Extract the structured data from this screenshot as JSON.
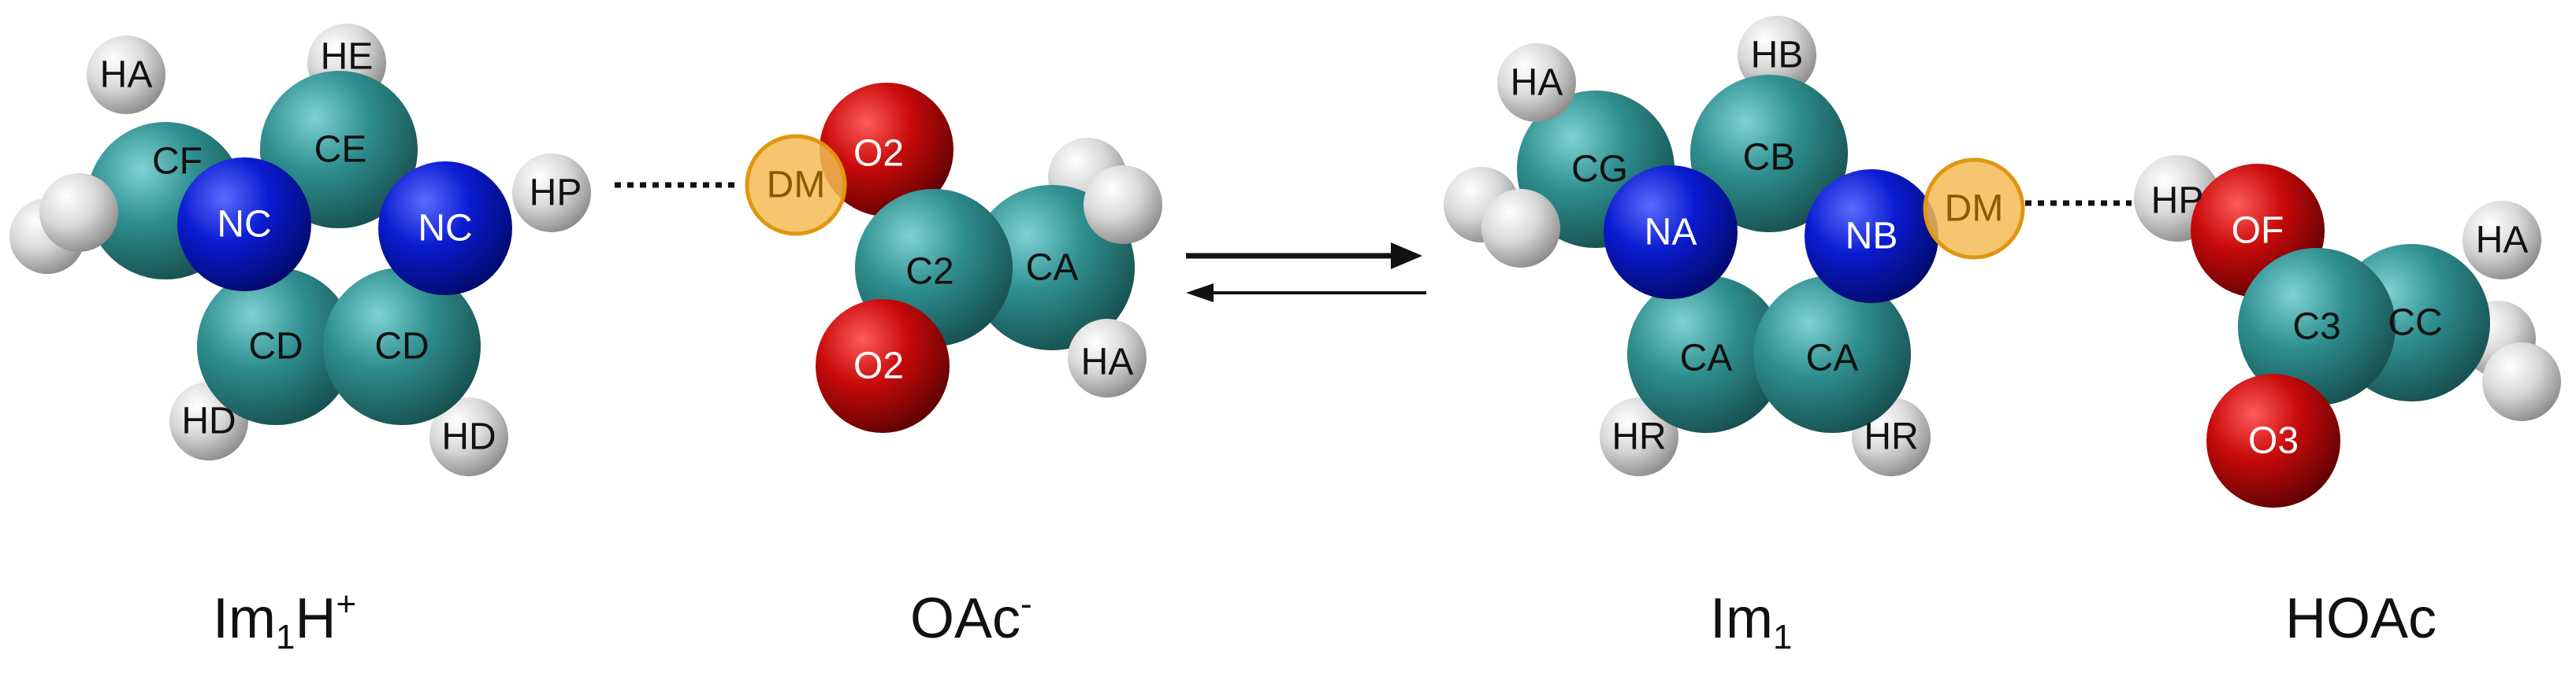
{
  "molecules": [
    {
      "name": "Im1H+",
      "caption": {
        "base": "Im",
        "sub": "1",
        "mid": "H",
        "sup": "+"
      },
      "atoms": [
        {
          "id": "a1",
          "label": "HA",
          "el": "H"
        },
        {
          "id": "a2",
          "label": "HE",
          "el": "H"
        },
        {
          "id": "a3",
          "label": "CF",
          "el": "C"
        },
        {
          "id": "a4",
          "label": "CE",
          "el": "C"
        },
        {
          "id": "a5",
          "label": "NC",
          "el": "N"
        },
        {
          "id": "a6",
          "label": "NC",
          "el": "N"
        },
        {
          "id": "a7",
          "label": "HP",
          "el": "H"
        },
        {
          "id": "a8",
          "label": "CD",
          "el": "C"
        },
        {
          "id": "a9",
          "label": "CD",
          "el": "C"
        },
        {
          "id": "a10",
          "label": "HD",
          "el": "H"
        },
        {
          "id": "a11",
          "label": "HD",
          "el": "H"
        }
      ]
    },
    {
      "name": "OAc-",
      "caption": {
        "base": "OAc",
        "sub": "",
        "mid": "",
        "sup": "-"
      },
      "atoms": [
        {
          "id": "b1",
          "label": "DM",
          "el": "DM"
        },
        {
          "id": "b2",
          "label": "O2",
          "el": "O"
        },
        {
          "id": "b3",
          "label": "C2",
          "el": "C"
        },
        {
          "id": "b4",
          "label": "CA",
          "el": "C"
        },
        {
          "id": "b5",
          "label": "O2",
          "el": "O"
        },
        {
          "id": "b6",
          "label": "HA",
          "el": "H"
        }
      ]
    },
    {
      "name": "Im1",
      "caption": {
        "base": "Im",
        "sub": "1",
        "mid": "",
        "sup": ""
      },
      "atoms": [
        {
          "id": "c1",
          "label": "HA",
          "el": "H"
        },
        {
          "id": "c2",
          "label": "HB",
          "el": "H"
        },
        {
          "id": "c3",
          "label": "CG",
          "el": "C"
        },
        {
          "id": "c4",
          "label": "CB",
          "el": "C"
        },
        {
          "id": "c5",
          "label": "NA",
          "el": "N"
        },
        {
          "id": "c6",
          "label": "NB",
          "el": "N"
        },
        {
          "id": "c7",
          "label": "DM",
          "el": "DM"
        },
        {
          "id": "c8",
          "label": "CA",
          "el": "C"
        },
        {
          "id": "c9",
          "label": "CA",
          "el": "C"
        },
        {
          "id": "c10",
          "label": "HR",
          "el": "H"
        },
        {
          "id": "c11",
          "label": "HR",
          "el": "H"
        }
      ]
    },
    {
      "name": "HOAc",
      "caption": {
        "base": "HOAc",
        "sub": "",
        "mid": "",
        "sup": ""
      },
      "atoms": [
        {
          "id": "d1",
          "label": "HP",
          "el": "H"
        },
        {
          "id": "d2",
          "label": "OF",
          "el": "O"
        },
        {
          "id": "d3",
          "label": "C3",
          "el": "C"
        },
        {
          "id": "d4",
          "label": "CC",
          "el": "C"
        },
        {
          "id": "d5",
          "label": "HA",
          "el": "H"
        },
        {
          "id": "d6",
          "label": "O3",
          "el": "O"
        }
      ]
    }
  ],
  "colors": {
    "C": "#2f8f8f",
    "N": "#0a1bd0",
    "O": "#c80a0a",
    "H": "#d8d8d8",
    "DM": "#f4bb55",
    "DM_stroke": "#e0960f",
    "label_light": "#ffffff",
    "label_dark": "#111111"
  },
  "equilibrium_arrow": "reversible"
}
